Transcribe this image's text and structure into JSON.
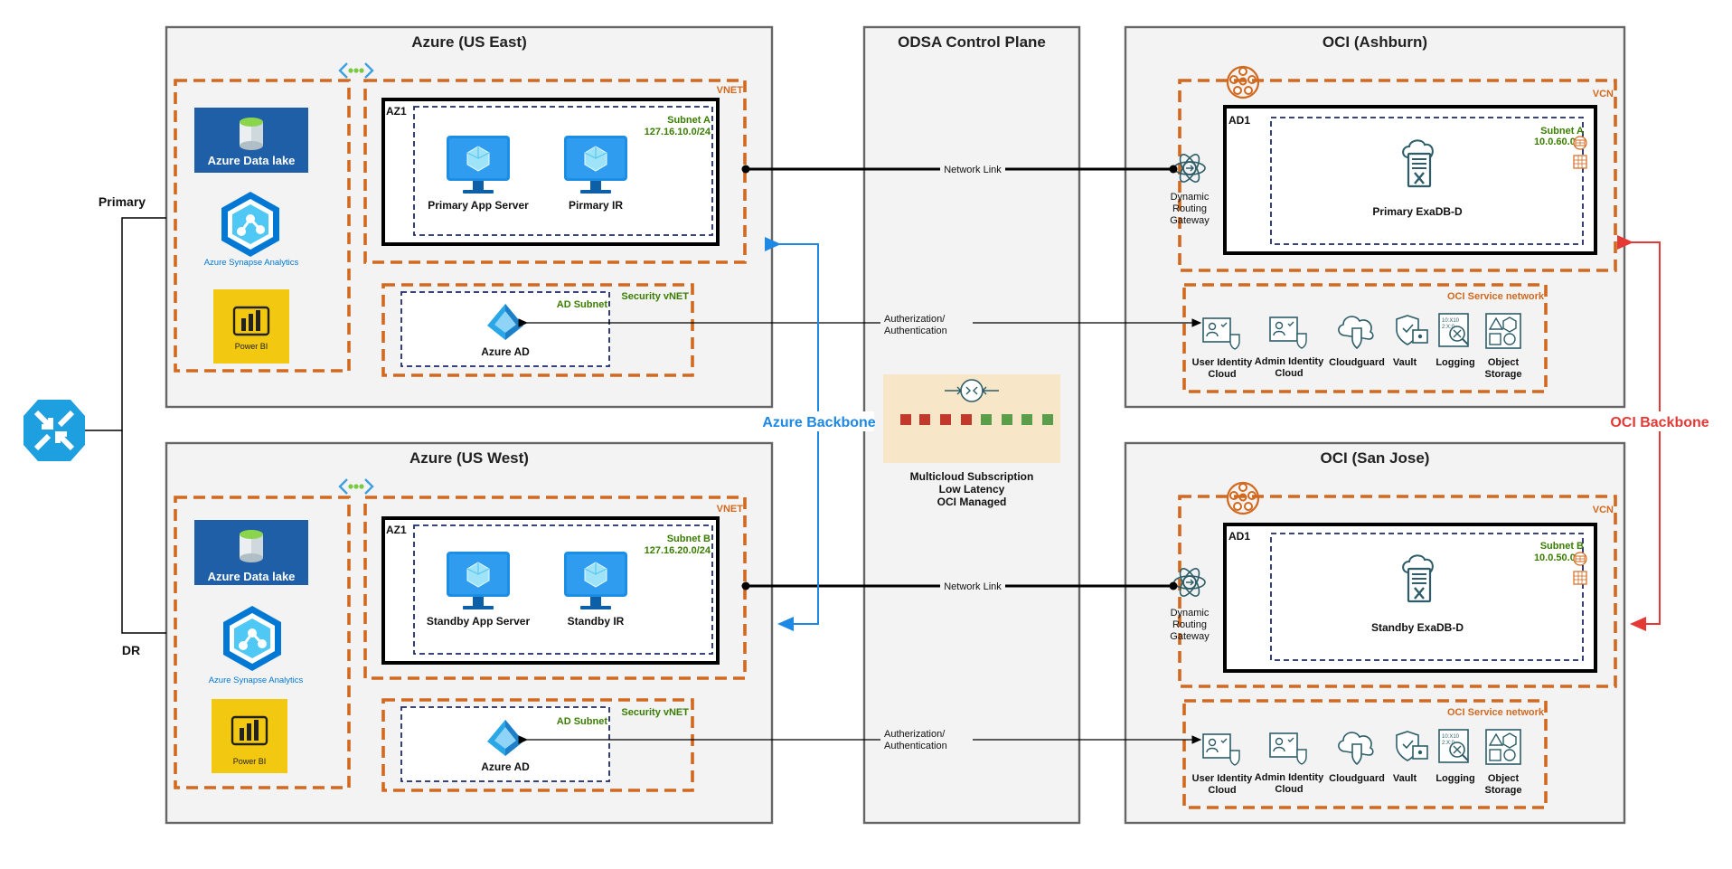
{
  "regions": {
    "azure_east": {
      "title": "Azure (US East)"
    },
    "azure_west": {
      "title": "Azure (US West)"
    },
    "control_plane": {
      "title": "ODSA Control Plane"
    },
    "oci_ashburn": {
      "title": "OCI (Ashburn)"
    },
    "oci_sanjose": {
      "title": "OCI (San Jose)"
    }
  },
  "azure_east": {
    "data_lake": "Azure Data lake",
    "synapse": "Azure Synapse Analytics",
    "powerbi": "Power BI",
    "vnet": "VNET",
    "az": "AZ1",
    "subnet_name": "Subnet A",
    "subnet_cidr": "127.16.10.0/24",
    "app_server": "Primary App Server",
    "ir": "Pirmary IR",
    "security_vnet": "Security vNET",
    "ad_subnet": "AD Subnet",
    "azure_ad": "Azure AD"
  },
  "azure_west": {
    "data_lake": "Azure Data lake",
    "synapse": "Azure Synapse Analytics",
    "powerbi": "Power BI",
    "vnet": "VNET",
    "az": "AZ1",
    "subnet_name": "Subnet B",
    "subnet_cidr": "127.16.20.0/24",
    "app_server": "Standby App Server",
    "ir": "Standby IR",
    "security_vnet": "Security vNET",
    "ad_subnet": "AD Subnet",
    "azure_ad": "Azure AD"
  },
  "oci_ashburn": {
    "vcn": "VCN",
    "ad": "AD1",
    "subnet_name": "Subnet A",
    "subnet_cidr": "10.0.60.0/2",
    "exadb": "Primary ExaDB-D",
    "drg_line1": "Dynamic",
    "drg_line2": "Routing",
    "drg_line3": "Gateway",
    "service_network": "OCI Service network",
    "services": [
      {
        "l1": "User Identity",
        "l2": "Cloud"
      },
      {
        "l1": "Admin Identity",
        "l2": "Cloud"
      },
      {
        "l1": "Cloudguard",
        "l2": ""
      },
      {
        "l1": "Vault",
        "l2": ""
      },
      {
        "l1": "Logging",
        "l2": ""
      },
      {
        "l1": "Object",
        "l2": "Storage"
      }
    ]
  },
  "oci_sanjose": {
    "vcn": "VCN",
    "ad": "AD1",
    "subnet_name": "Subnet B",
    "subnet_cidr": "10.0.50.0/2",
    "exadb": "Standby ExaDB-D",
    "drg_line1": "Dynamic",
    "drg_line2": "Routing",
    "drg_line3": "Gateway",
    "service_network": "OCI Service network",
    "services": [
      {
        "l1": "User Identity",
        "l2": "Cloud"
      },
      {
        "l1": "Admin Identity",
        "l2": "Cloud"
      },
      {
        "l1": "Cloudguard",
        "l2": ""
      },
      {
        "l1": "Vault",
        "l2": ""
      },
      {
        "l1": "Logging",
        "l2": ""
      },
      {
        "l1": "Object",
        "l2": "Storage"
      }
    ]
  },
  "control_plane": {
    "line1": "Multicloud Subscription",
    "line2": "Low Latency",
    "line3": "OCI Managed"
  },
  "links": {
    "network_link": "Network Link",
    "auth_line1": "Autherization/",
    "auth_line2": "Authentication",
    "azure_backbone": "Azure Backbone",
    "oci_backbone": "OCI Backbone"
  },
  "side": {
    "primary": "Primary",
    "dr": "DR"
  },
  "colors": {
    "orange_dash": "#d2691e",
    "azure_blue": "#1e88e5",
    "oci_red": "#e53935",
    "subnet_green": "#3a7d00",
    "oci_icon_teal": "#2d5d68"
  }
}
